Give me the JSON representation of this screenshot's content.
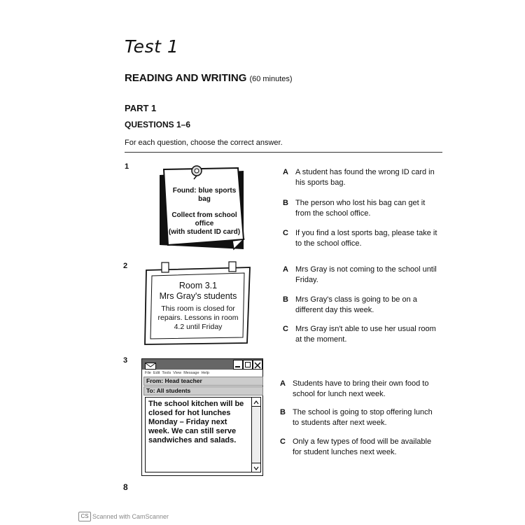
{
  "header": {
    "title": "Test 1",
    "section": "READING AND WRITING",
    "section_time": "(60 minutes)",
    "part": "PART 1",
    "questions": "QUESTIONS 1–6",
    "instruction": "For each question, choose the correct answer."
  },
  "questions": [
    {
      "number": "1",
      "notice": {
        "line1": "Found: blue sports bag",
        "line2": "Collect from school office",
        "line3": "(with student ID card)"
      },
      "options": [
        {
          "letter": "A",
          "text": "A student has found the wrong ID card in his sports bag."
        },
        {
          "letter": "B",
          "text": "The person who lost his bag can get it from the school office."
        },
        {
          "letter": "C",
          "text": "If you find a lost sports bag, please take it to the school office."
        }
      ]
    },
    {
      "number": "2",
      "notice": {
        "line1": "Room 3.1",
        "line2": "Mrs Gray's students",
        "line3": "This room is closed for repairs. Lessons in room 4.2 until Friday"
      },
      "options": [
        {
          "letter": "A",
          "text": "Mrs Gray is not coming to the school until Friday."
        },
        {
          "letter": "B",
          "text": "Mrs Gray's class is going to be on a different day this week."
        },
        {
          "letter": "C",
          "text": "Mrs Gray isn't able to use her usual room at the moment."
        }
      ]
    },
    {
      "number": "3",
      "email": {
        "menu": [
          "File",
          "Edit",
          "Tools",
          "View",
          "Message",
          "Help"
        ],
        "from": "From: Head teacher",
        "to": "To: All students",
        "body": "The school kitchen will be closed for hot lunches Monday – Friday next week. We can still serve sandwiches and salads."
      },
      "options": [
        {
          "letter": "A",
          "text": "Students have to bring their own food to school for lunch next week."
        },
        {
          "letter": "B",
          "text": "The school is going to stop offering lunch to students after next week."
        },
        {
          "letter": "C",
          "text": "Only a few types of food will be available for student lunches next week."
        }
      ]
    }
  ],
  "page_number": "8",
  "footer": {
    "cs_logo": "CS",
    "scanner_text": "Scanned with CamScanner"
  }
}
